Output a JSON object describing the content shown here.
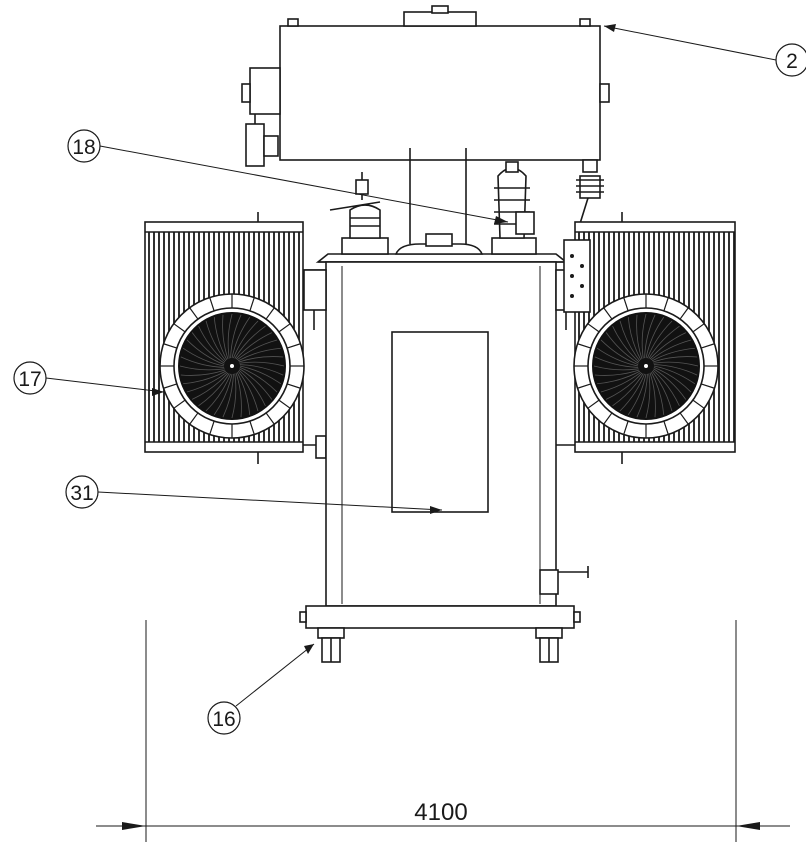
{
  "callouts": {
    "c2": "2",
    "c18": "18",
    "c17": "17",
    "c31": "31",
    "c16": "16"
  },
  "dimension": {
    "width_value": "4100"
  }
}
